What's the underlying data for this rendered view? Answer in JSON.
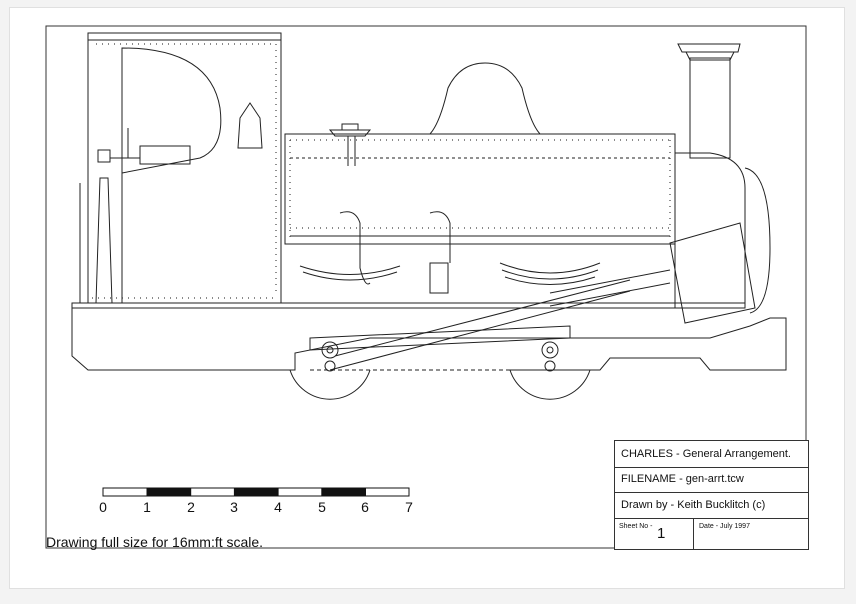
{
  "title_block": {
    "title": "CHARLES - General Arrangement.",
    "filename": "FILENAME - gen-arrt.tcw",
    "drawn_by": "Drawn by - Keith Bucklitch (c)",
    "sheet_label": "Sheet No -",
    "sheet_number": "1",
    "date_label": "Date - July 1997"
  },
  "scale_bar": {
    "ticks": [
      "0",
      "1",
      "2",
      "3",
      "4",
      "5",
      "6",
      "7"
    ]
  },
  "note": "Drawing full size for 16mm:ft scale.",
  "colors": {
    "ink": "#111111",
    "paper": "#ffffff",
    "background": "#f3f3f3"
  }
}
